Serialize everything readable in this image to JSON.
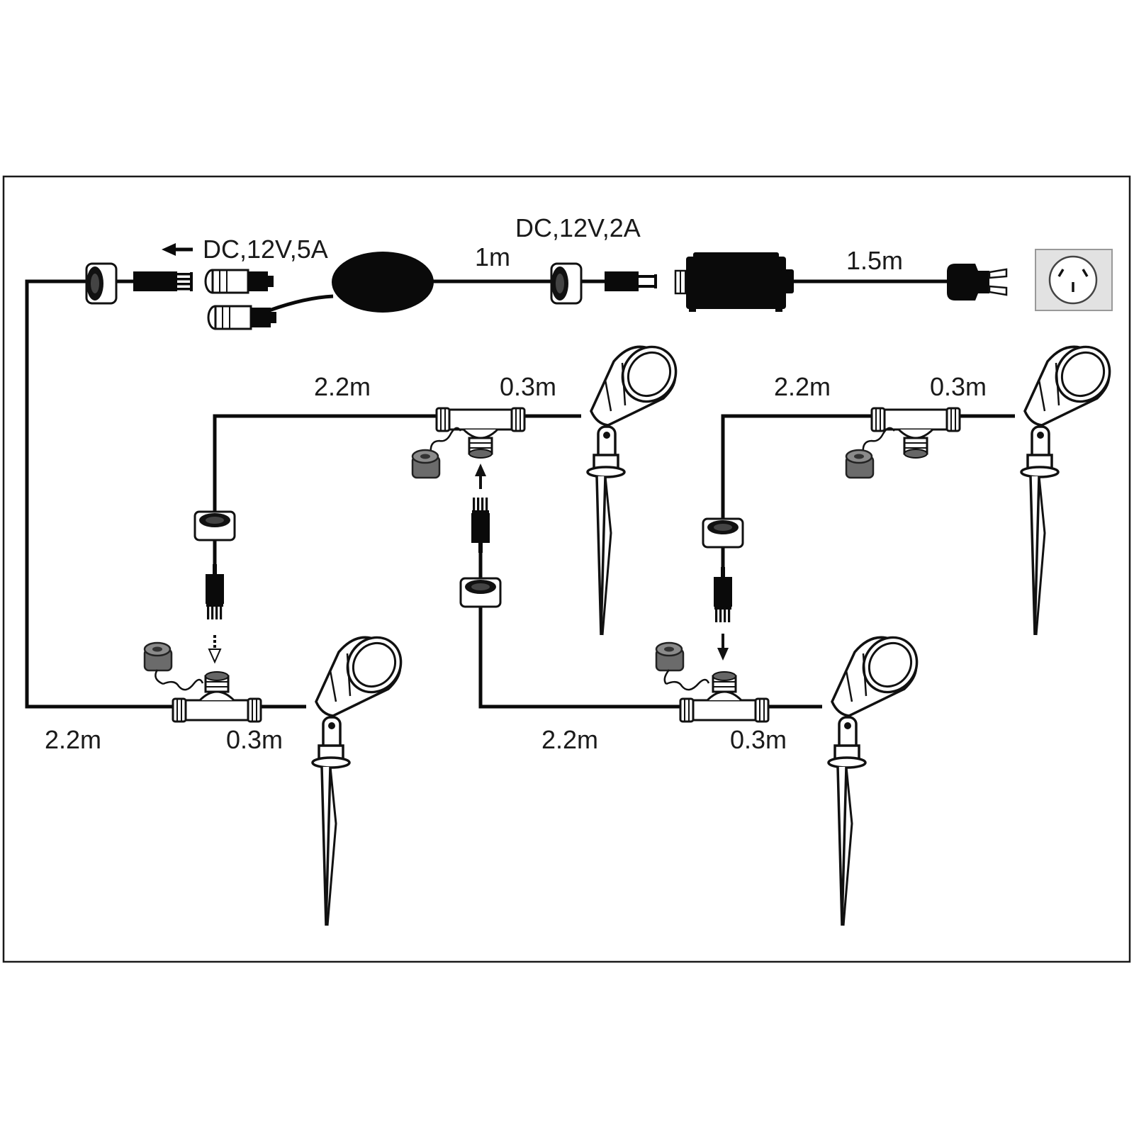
{
  "labels": {
    "supply_small": "DC,12V,2A",
    "supply_main": "DC,12V,5A",
    "adapter_cable": "1m",
    "mains_cable": "1.5m",
    "run_label": "2.2m",
    "lamp_lead": "0.3m"
  },
  "icons": {
    "outlet": "power-outlet-icon",
    "plug": "mains-plug-icon",
    "adapter": "power-adapter-icon",
    "splitter": "y-splitter-icon",
    "spotlight": "garden-spotlight-icon",
    "t_connector": "t-connector-icon",
    "cap": "end-cap-icon",
    "coupler": "coupler-icon",
    "pin_connector": "pin-connector-icon",
    "arrow": "arrow-icon"
  },
  "colors": {
    "ink": "#0a0a0a",
    "outline": "#111111",
    "cap_grey": "#6b6b6b",
    "outlet_bg": "#e2e2e2",
    "frame": "#1a1a1a"
  }
}
